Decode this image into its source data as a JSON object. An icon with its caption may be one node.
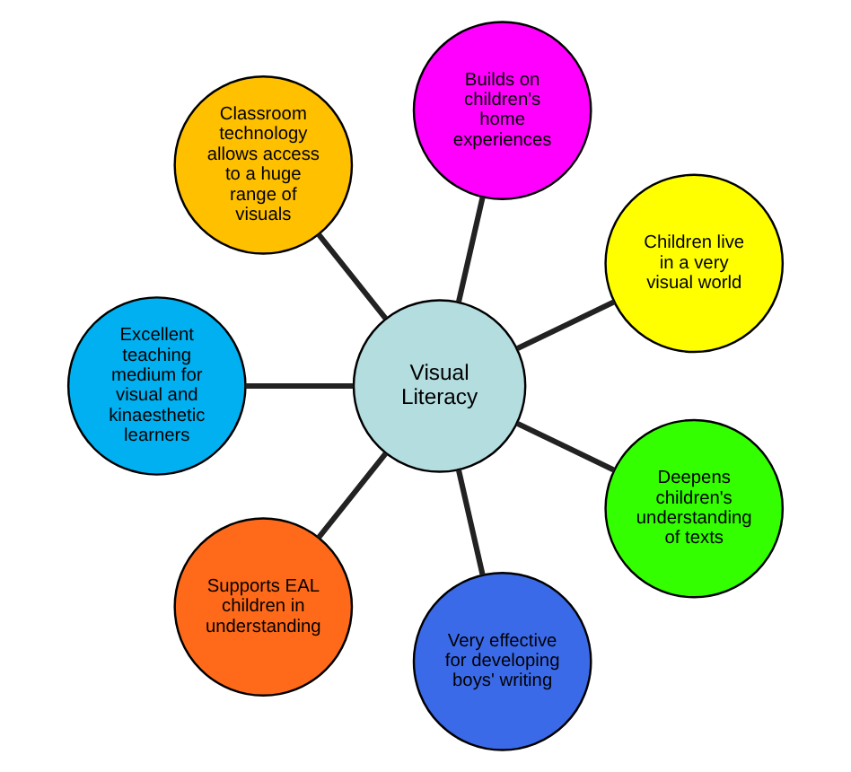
{
  "diagram": {
    "nodes": [
      {
        "text": [
          "Visual Literacy"
        ]
      },
      {
        "text": [
          "Children live in a very visual world"
        ]
      },
      {
        "text": [
          "Builds on children's home experiences"
        ]
      },
      {
        "text": [
          "Classroom technology allows access to a huge range of visuals"
        ]
      },
      {
        "text": [
          "Excellent teaching medium for visual and kinaesthetic learners"
        ]
      },
      {
        "text": [
          "Supports EAL children in understanding"
        ]
      },
      {
        "text": [
          "Very effective for developing boys' writing"
        ]
      },
      {
        "text": [
          "Deepens children's understanding of texts"
        ]
      }
    ],
    "edges": [
      {
        "from": 0,
        "to": 1,
        "arrow": "none"
      },
      {
        "from": 0,
        "to": 2,
        "arrow": "none"
      },
      {
        "from": 0,
        "to": 3,
        "arrow": "none"
      },
      {
        "from": 0,
        "to": 4,
        "arrow": "none"
      },
      {
        "from": 0,
        "to": 5,
        "arrow": "none"
      },
      {
        "from": 0,
        "to": 6,
        "arrow": "none"
      },
      {
        "from": 0,
        "to": 7,
        "arrow": "none"
      }
    ]
  }
}
